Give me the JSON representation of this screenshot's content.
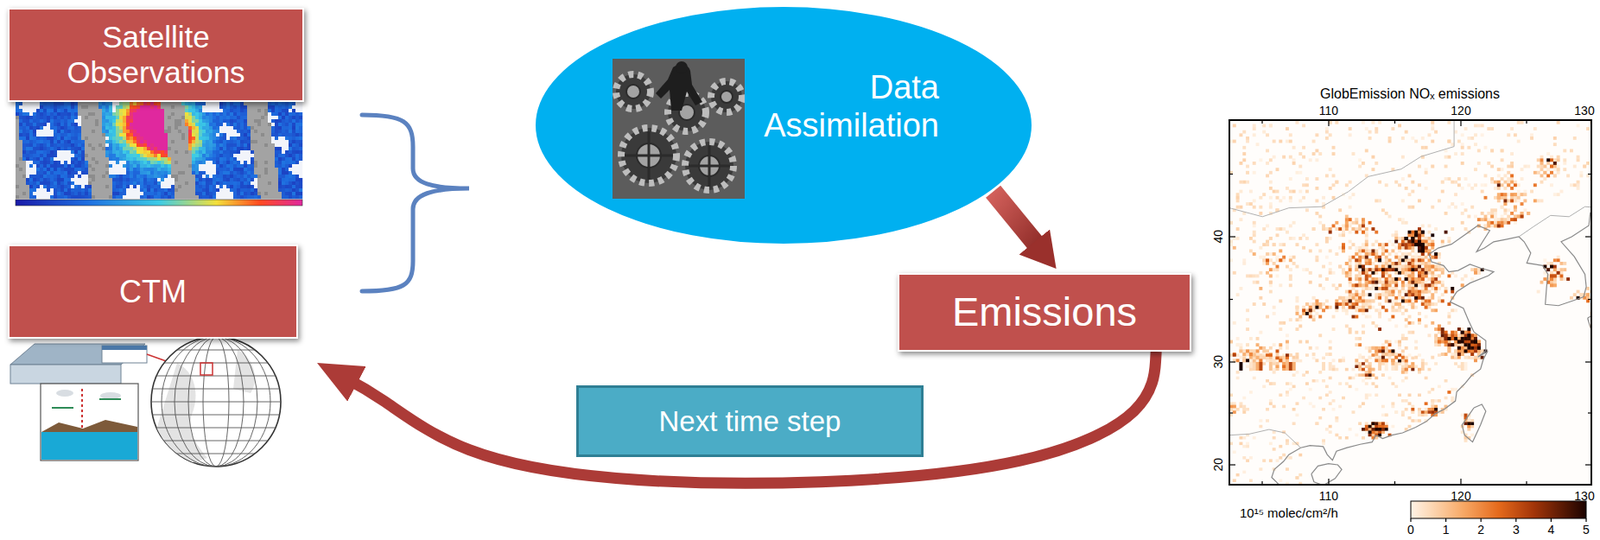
{
  "diagram": {
    "nodes": [
      {
        "text": [
          "Satellite Observations"
        ]
      },
      {
        "text": [
          "Data Assimilation"
        ]
      },
      {
        "text": [
          "Emissions"
        ]
      },
      {
        "text": [
          "CTM"
        ]
      },
      {
        "text": [
          "Next time step"
        ]
      }
    ],
    "edges": [
      {
        "from": 1,
        "to": 2,
        "arrow": "to"
      },
      {
        "from": 2,
        "to": 3,
        "arrow": "to"
      }
    ],
    "labels": [
      "GlobEmission NOₓ emissions",
      "110",
      "120",
      "130",
      "40",
      "30",
      "20",
      "110",
      "120",
      "130",
      "10¹⁵ molec/cm²/h",
      "0",
      "1",
      "2",
      "3",
      "4",
      "5"
    ]
  }
}
